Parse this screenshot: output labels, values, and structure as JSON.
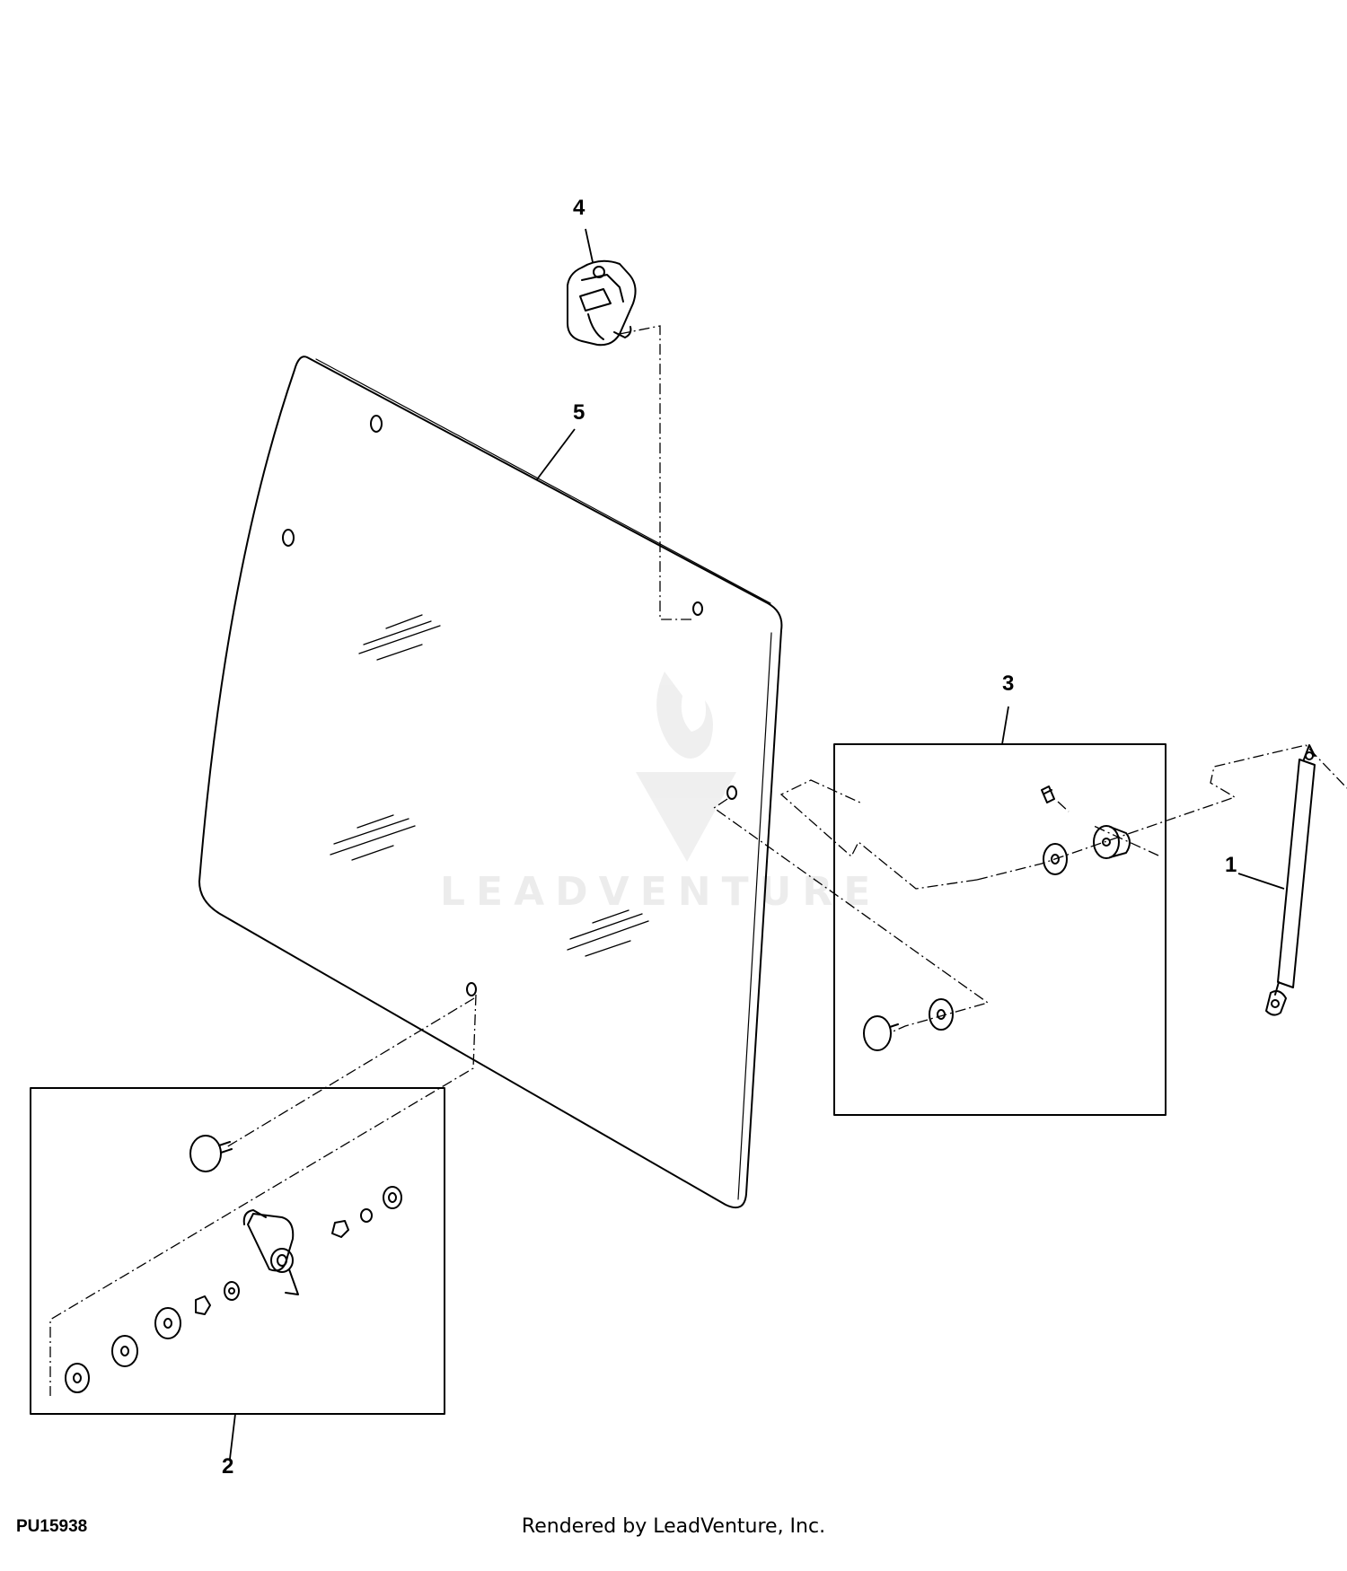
{
  "callouts": {
    "c1": "1",
    "c2": "2",
    "c3": "3",
    "c4": "4",
    "c5": "5"
  },
  "figure_id": "PU15938",
  "footer": "Rendered by LeadVenture, Inc.",
  "watermark": "LEADVENTURE",
  "colors": {
    "line": "#000000",
    "background": "#ffffff"
  }
}
